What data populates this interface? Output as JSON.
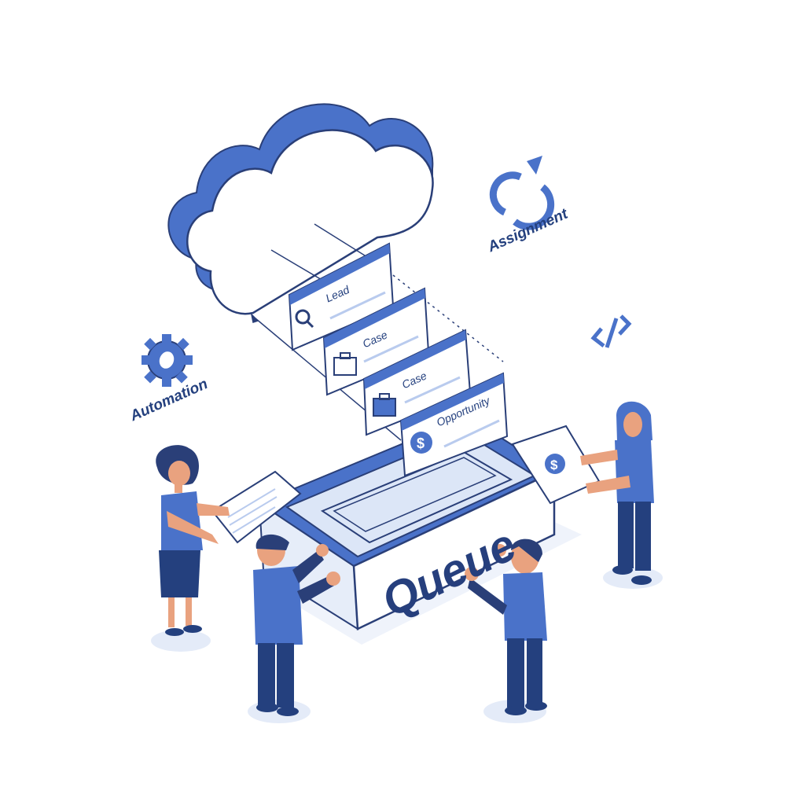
{
  "scene": {
    "title": "Queue",
    "colors": {
      "primary": "#4a72c9",
      "dark": "#24407e",
      "light": "#dce6f7",
      "outline": "#2a3f78",
      "skin": "#e9a27f"
    }
  },
  "cloud": {
    "icon": "cloud-icon"
  },
  "cards": [
    {
      "label": "Lead",
      "icon": "search-icon"
    },
    {
      "label": "Case",
      "icon": "briefcase-icon"
    },
    {
      "label": "Case",
      "icon": "briefcase-icon"
    },
    {
      "label": "Opportunity",
      "icon": "dollar-icon"
    }
  ],
  "floating_labels": {
    "assignment": "Assignment",
    "automation": "Automation",
    "code_icon": "</>"
  },
  "queue_box": {
    "label": "Queue"
  },
  "people": [
    {
      "name": "woman-with-document"
    },
    {
      "name": "man-with-glasses"
    },
    {
      "name": "man-pointing"
    },
    {
      "name": "person-with-hijab-holding-card"
    }
  ]
}
